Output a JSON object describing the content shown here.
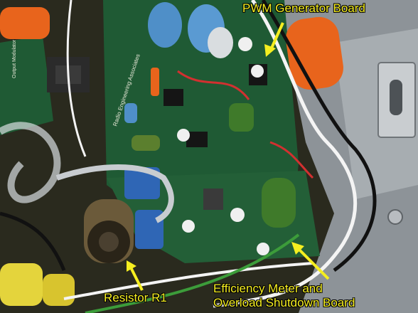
{
  "labels": {
    "pwm_board": "PWM Generator Board",
    "resistor": "Resistor R1",
    "efficiency_line1": "Efficiency Meter and",
    "efficiency_line2": "Overload Shutdown Board"
  },
  "board_silkscreen": {
    "main_board": "Radio Engineering Associates",
    "left_board": "Output Modulator"
  },
  "colors": {
    "label": "#f5ee20",
    "pcb": "#1f5a34",
    "chassis": "#9aa0a4",
    "capacitor_orange": "#e8641c",
    "capacitor_green": "#3f7a2a",
    "capacitor_blue": "#4f8fc8",
    "arrow": "#f5ee20"
  }
}
